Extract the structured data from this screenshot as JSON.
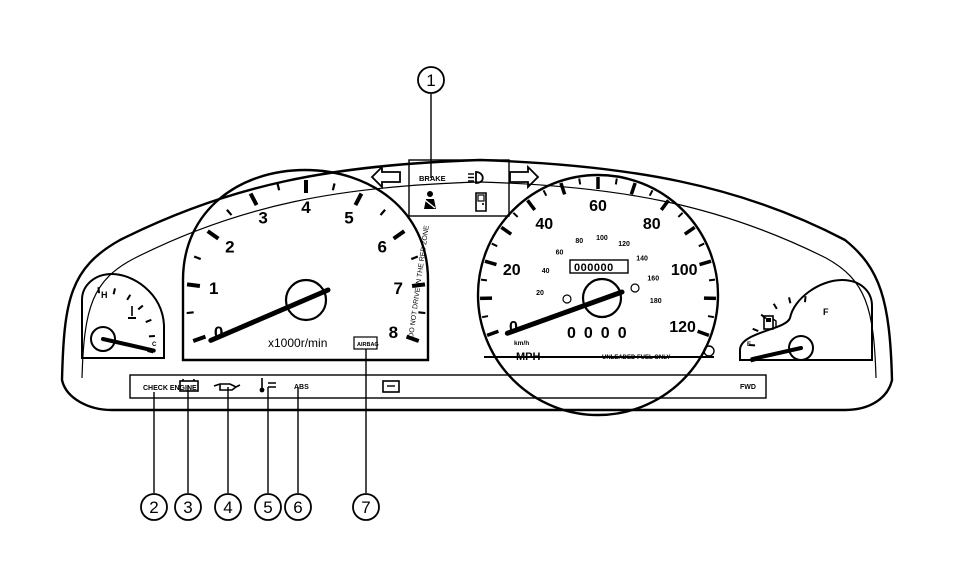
{
  "tachometer": {
    "numbers": [
      "0",
      "1",
      "2",
      "3",
      "4",
      "5",
      "6",
      "7",
      "8"
    ],
    "unit": "x1000r/min",
    "redline_text": "DO NOT DRIVE IN THE RED ZONE",
    "value": 0
  },
  "speedometer": {
    "mph_numbers": [
      "0",
      "20",
      "40",
      "60",
      "80",
      "100",
      "120"
    ],
    "kmh_numbers": [
      "20",
      "40",
      "60",
      "80",
      "100",
      "120",
      "140",
      "160",
      "180"
    ],
    "unit": "MPH",
    "kmh_label": "km/h",
    "fuel_note": "UNLEADED FUEL ONLY",
    "trip_odometer": "0000",
    "odometer": "000000",
    "value": 0
  },
  "temp_gauge": {
    "low_label": "C",
    "high_label": "H",
    "level": 0.02
  },
  "fuel_gauge": {
    "empty_label": "E",
    "full_label": "F",
    "level": 0.02
  },
  "top_cluster": {
    "brake_label": "BRAKE"
  },
  "warning_strip": {
    "check_engine": "CHECK ENGINE",
    "abs": "ABS",
    "fwd": "FWD"
  },
  "airbag_label": "AIRBAG",
  "callouts": [
    "1",
    "2",
    "3",
    "4",
    "5",
    "6",
    "7"
  ],
  "colors": {
    "ink": "#000000",
    "paper": "#ffffff"
  },
  "icons": {
    "turn_left": "left-arrow-icon",
    "turn_right": "right-arrow-icon",
    "high_beam": "high-beam-icon",
    "seatbelt": "seatbelt-icon",
    "door": "door-ajar-icon",
    "charge": "battery-icon",
    "oil": "oil-pressure-icon",
    "temp": "temperature-icon",
    "fuel": "fuel-pump-icon"
  }
}
